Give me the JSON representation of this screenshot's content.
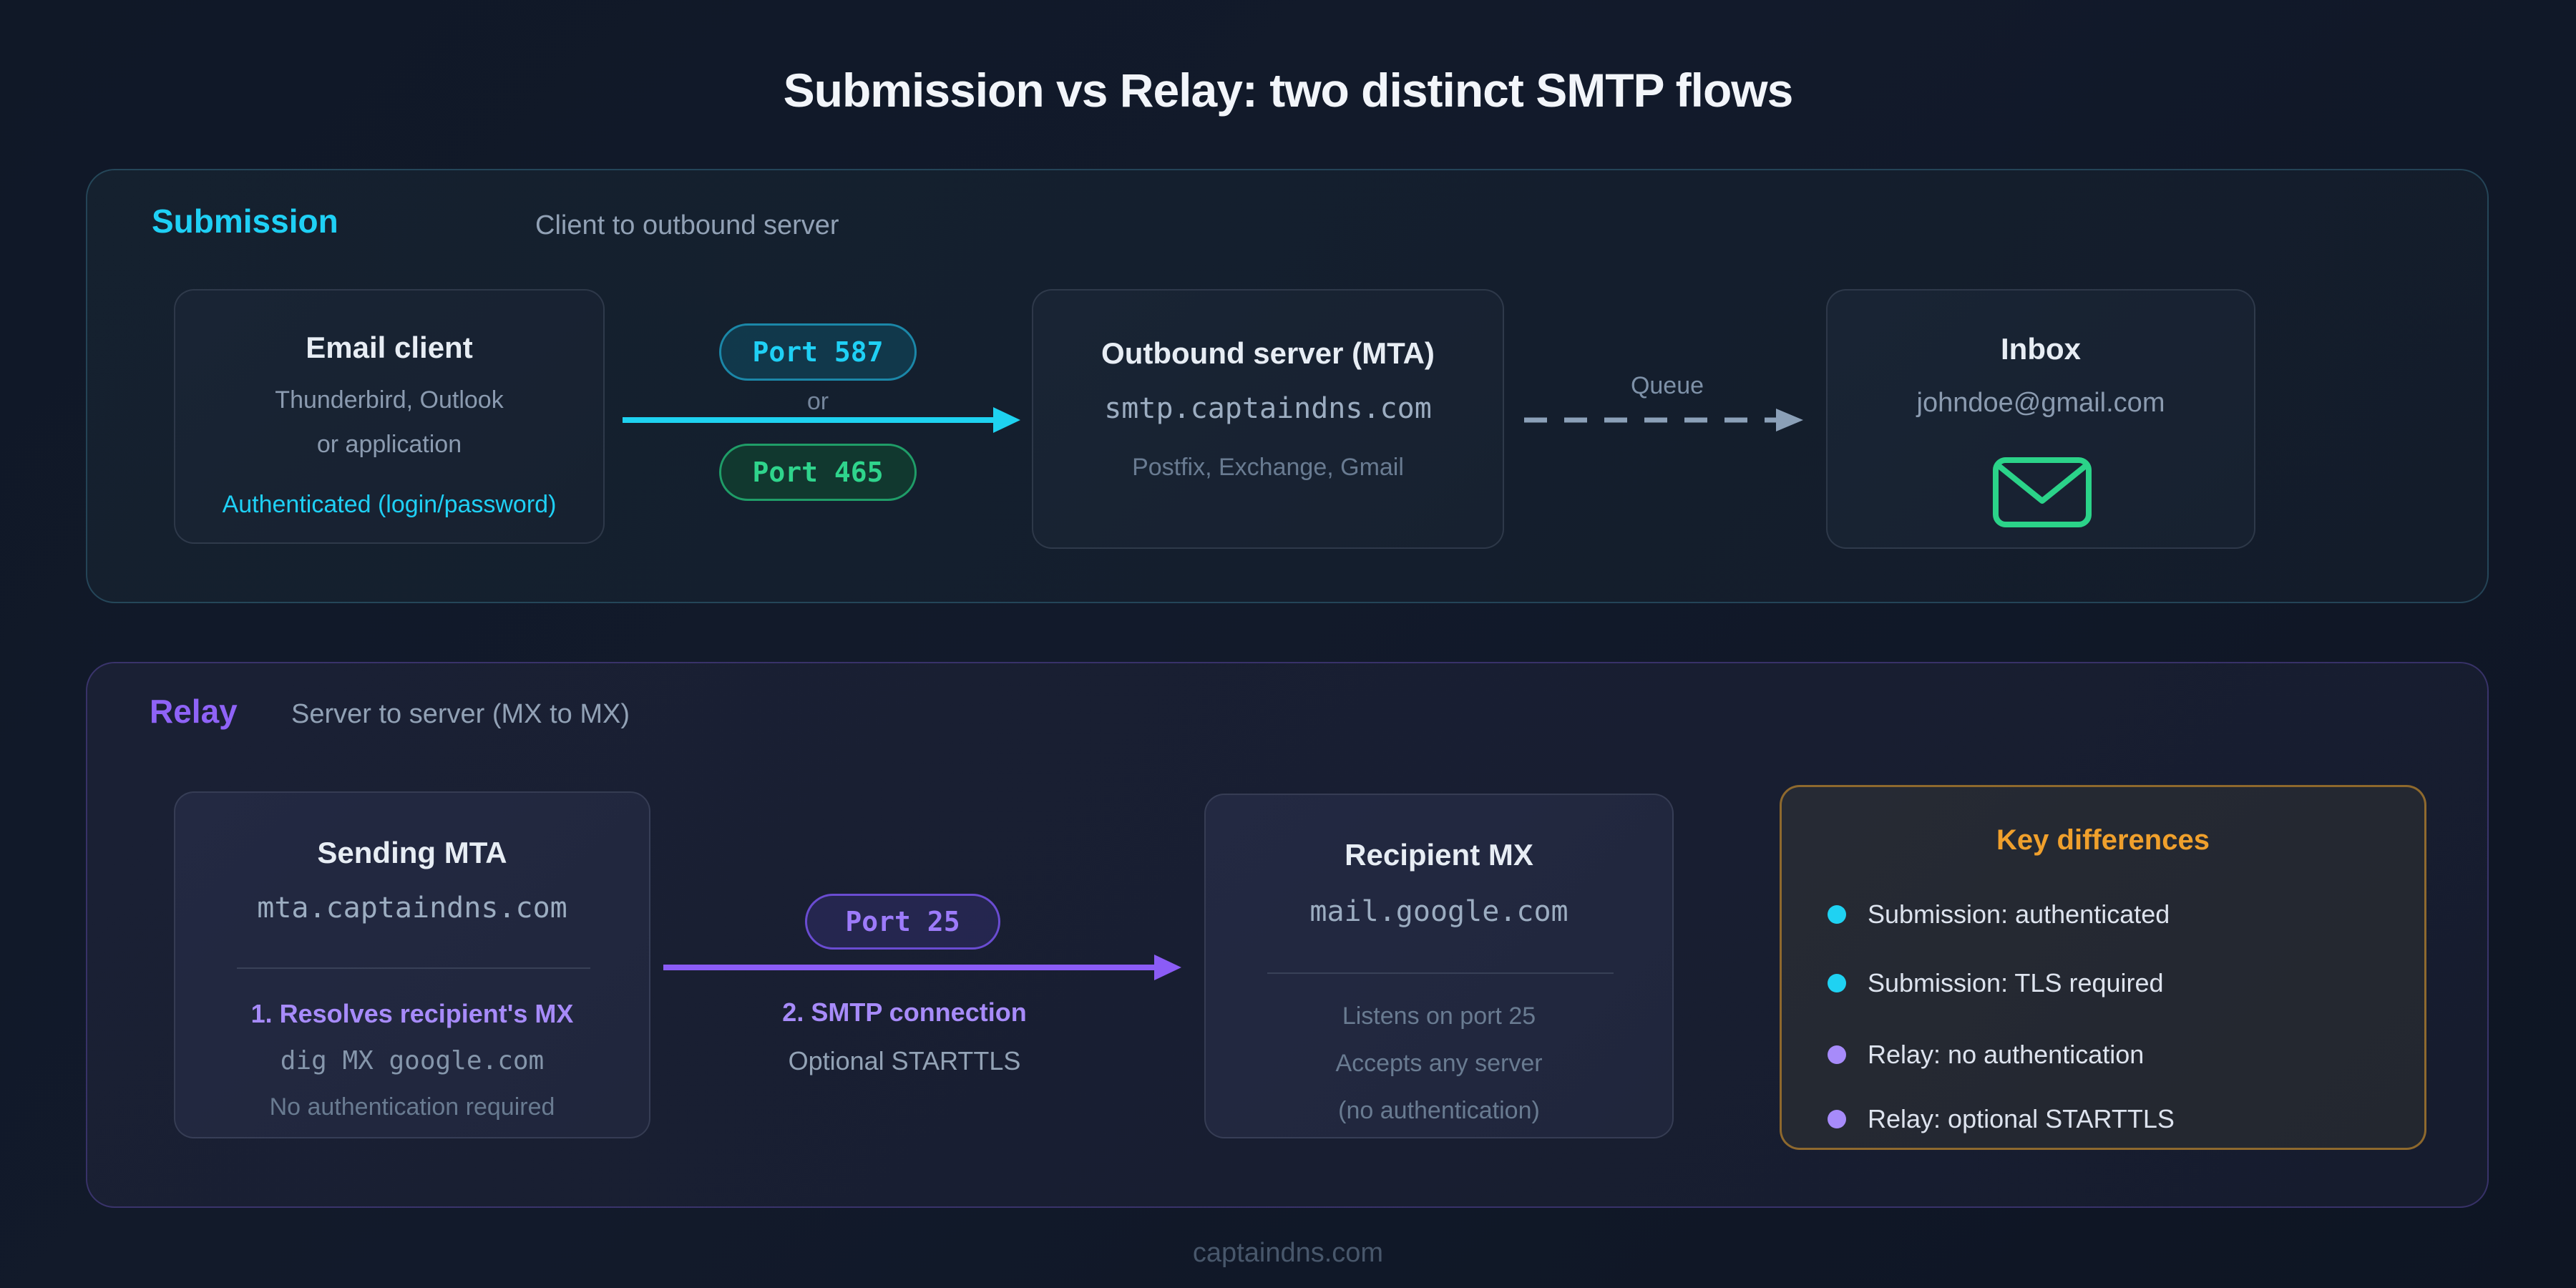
{
  "page": {
    "title": "Submission vs Relay: two distinct SMTP flows",
    "footer": "captaindns.com"
  },
  "colors": {
    "cyan": "#1fd0f5",
    "green": "#2fd48c",
    "purple": "#8b5cf6",
    "orange": "#f0a02c",
    "queue_grey": "#8ba0b8"
  },
  "submission": {
    "heading": "Submission",
    "subtitle": "Client to outbound server",
    "client_box": {
      "title": "Email client",
      "line1": "Thunderbird, Outlook",
      "line2": "or application",
      "auth": "Authenticated (login/password)"
    },
    "port_587_label": "Port 587",
    "or_label": "or",
    "port_465_label": "Port 465",
    "server_box": {
      "title": "Outbound server (MTA)",
      "domain": "smtp.captaindns.com",
      "examples": "Postfix, Exchange, Gmail"
    },
    "queue_label": "Queue",
    "inbox_box": {
      "title": "Inbox",
      "email": "johndoe@gmail.com"
    }
  },
  "relay": {
    "heading": "Relay",
    "subtitle": "Server to server (MX to MX)",
    "sending_box": {
      "title": "Sending MTA",
      "domain": "mta.captaindns.com",
      "step": "1. Resolves recipient's MX",
      "command": "dig MX google.com",
      "note": "No authentication required"
    },
    "port_25_label": "Port 25",
    "step2": "2. SMTP connection",
    "starttls": "Optional STARTTLS",
    "recipient_box": {
      "title": "Recipient MX",
      "domain": "mail.google.com",
      "line1": "Listens on port 25",
      "line2": "Accepts any server",
      "line3": "(no authentication)"
    },
    "key_differences": {
      "title": "Key differences",
      "items": [
        {
          "color": "#1fd2f2",
          "label": "Submission: authenticated"
        },
        {
          "color": "#1fd2f2",
          "label": "Submission: TLS required"
        },
        {
          "color": "#a78bfa",
          "label": "Relay: no authentication"
        },
        {
          "color": "#a78bfa",
          "label": "Relay: optional STARTTLS"
        }
      ]
    }
  }
}
